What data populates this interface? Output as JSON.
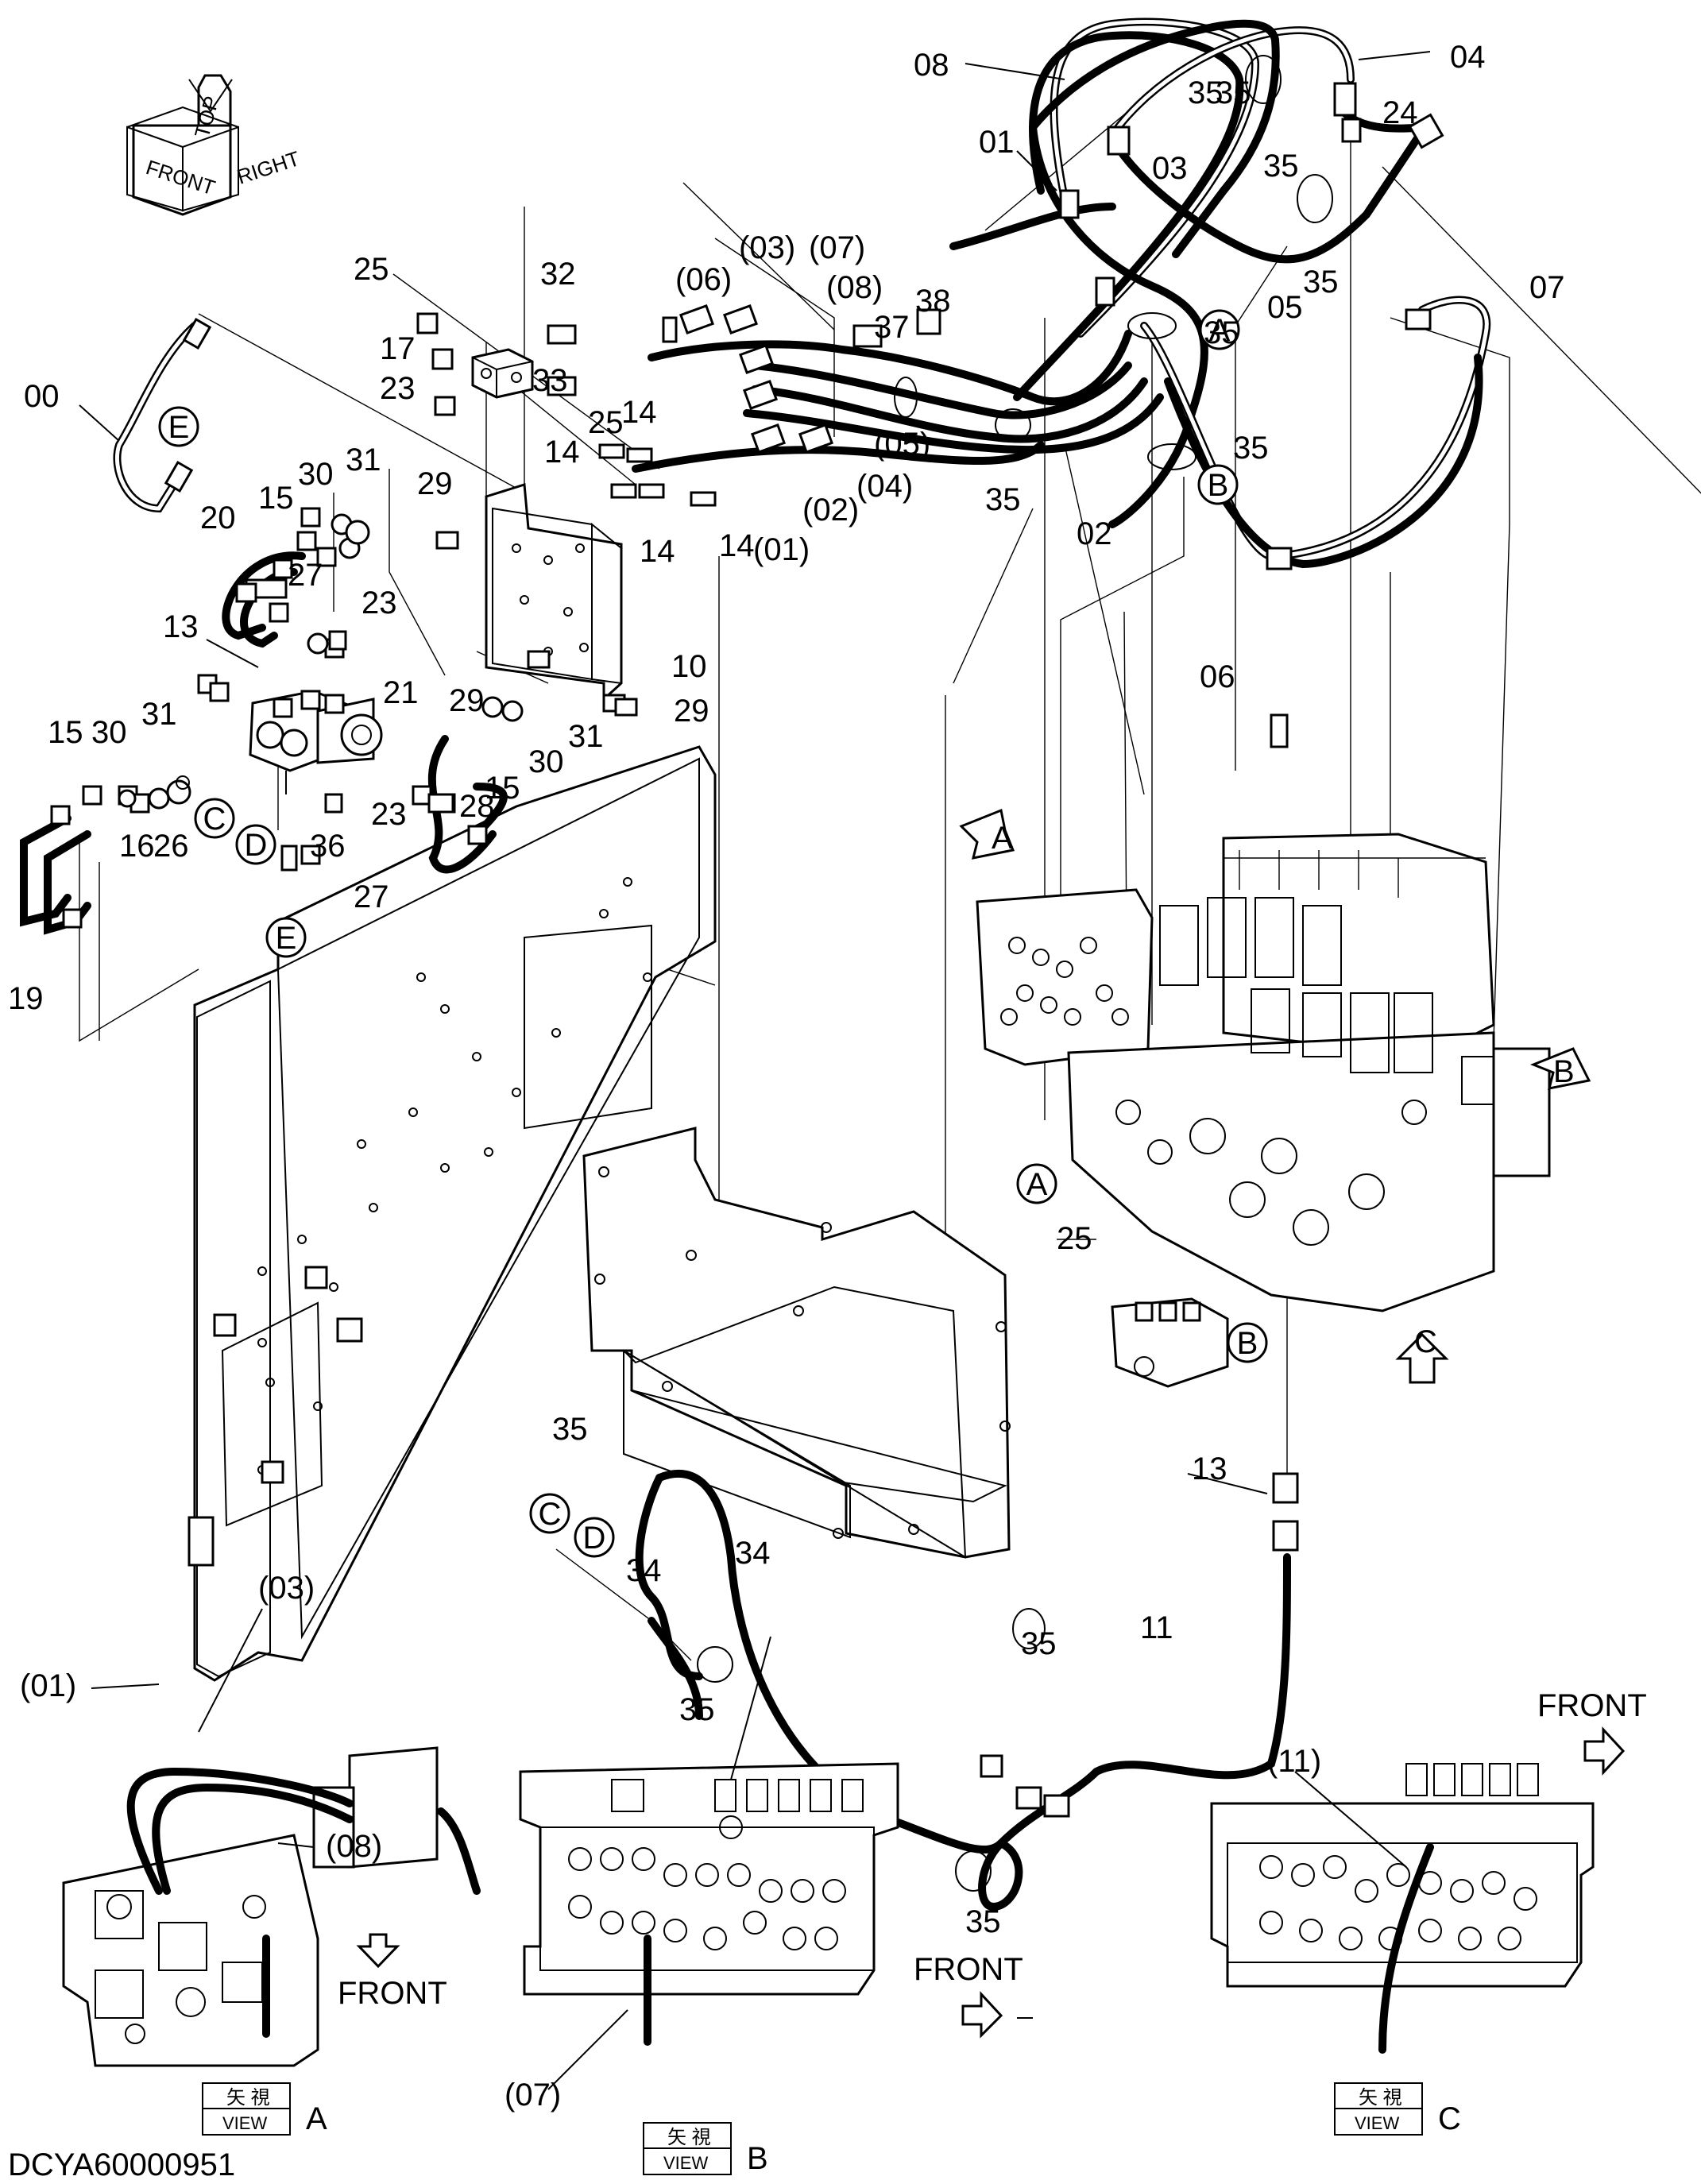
{
  "drawing_id": "DCYA60000951",
  "orientation_cube": {
    "front": "FRONT",
    "top": "TOP",
    "right": "RIGHT"
  },
  "part_labels": [
    "00",
    "01",
    "02",
    "03",
    "04",
    "05",
    "06",
    "07",
    "08",
    "10",
    "11",
    "13",
    "14",
    "15",
    "16",
    "17",
    "19",
    "20",
    "21",
    "23",
    "24",
    "25",
    "26",
    "27",
    "28",
    "29",
    "30",
    "31",
    "32",
    "33",
    "34",
    "35",
    "36",
    "37",
    "38",
    "(01)",
    "(02)",
    "(03)",
    "(04)",
    "(05)",
    "(06)",
    "(07)",
    "(08)",
    "(11)"
  ],
  "callouts": [
    {
      "id": "00",
      "text": "00"
    },
    {
      "id": "01",
      "text": "01"
    },
    {
      "id": "02",
      "text": "02"
    },
    {
      "id": "03a",
      "text": "03"
    },
    {
      "id": "04",
      "text": "04"
    },
    {
      "id": "05",
      "text": "05"
    },
    {
      "id": "06",
      "text": "06"
    },
    {
      "id": "07",
      "text": "07"
    },
    {
      "id": "08",
      "text": "08"
    },
    {
      "id": "10",
      "text": "10"
    },
    {
      "id": "11",
      "text": "11"
    },
    {
      "id": "13a",
      "text": "13"
    },
    {
      "id": "13b",
      "text": "13"
    },
    {
      "id": "14a",
      "text": "14"
    },
    {
      "id": "14b",
      "text": "14"
    },
    {
      "id": "14c",
      "text": "14"
    },
    {
      "id": "14d",
      "text": "14"
    },
    {
      "id": "15a",
      "text": "15"
    },
    {
      "id": "15b",
      "text": "15"
    },
    {
      "id": "15c",
      "text": "15"
    },
    {
      "id": "16",
      "text": "16"
    },
    {
      "id": "17",
      "text": "17"
    },
    {
      "id": "19",
      "text": "19"
    },
    {
      "id": "20",
      "text": "20"
    },
    {
      "id": "21",
      "text": "21"
    },
    {
      "id": "23a",
      "text": "23"
    },
    {
      "id": "23b",
      "text": "23"
    },
    {
      "id": "23c",
      "text": "23"
    },
    {
      "id": "24",
      "text": "24"
    },
    {
      "id": "25a",
      "text": "25"
    },
    {
      "id": "25b",
      "text": "25"
    },
    {
      "id": "25c",
      "text": "25"
    },
    {
      "id": "26",
      "text": "26"
    },
    {
      "id": "27a",
      "text": "27"
    },
    {
      "id": "27b",
      "text": "27"
    },
    {
      "id": "28",
      "text": "28"
    },
    {
      "id": "29a",
      "text": "29"
    },
    {
      "id": "29b",
      "text": "29"
    },
    {
      "id": "29c",
      "text": "29"
    },
    {
      "id": "30a",
      "text": "30"
    },
    {
      "id": "30b",
      "text": "30"
    },
    {
      "id": "30c",
      "text": "30"
    },
    {
      "id": "31a",
      "text": "31"
    },
    {
      "id": "31b",
      "text": "31"
    },
    {
      "id": "31c",
      "text": "31"
    },
    {
      "id": "32",
      "text": "32"
    },
    {
      "id": "33",
      "text": "33"
    },
    {
      "id": "34a",
      "text": "34"
    },
    {
      "id": "34b",
      "text": "34"
    },
    {
      "id": "35a",
      "text": "35"
    },
    {
      "id": "35b",
      "text": "35"
    },
    {
      "id": "35c",
      "text": "35"
    },
    {
      "id": "35d",
      "text": "35"
    },
    {
      "id": "35e",
      "text": "35"
    },
    {
      "id": "35f",
      "text": "35"
    },
    {
      "id": "35g",
      "text": "35"
    },
    {
      "id": "35h",
      "text": "35"
    },
    {
      "id": "35i",
      "text": "35"
    },
    {
      "id": "35j",
      "text": "35"
    },
    {
      "id": "35k",
      "text": "35"
    },
    {
      "id": "36",
      "text": "36"
    },
    {
      "id": "37",
      "text": "37"
    },
    {
      "id": "38",
      "text": "38"
    },
    {
      "id": "p01",
      "text": "(01)"
    },
    {
      "id": "p02",
      "text": "(02)"
    },
    {
      "id": "p03",
      "text": "(03)"
    },
    {
      "id": "p04",
      "text": "(04)"
    },
    {
      "id": "p05",
      "text": "(05)"
    },
    {
      "id": "p06",
      "text": "(06)"
    },
    {
      "id": "p07",
      "text": "(07)"
    },
    {
      "id": "p08",
      "text": "(08)"
    },
    {
      "id": "v01",
      "text": "(01)"
    },
    {
      "id": "v03",
      "text": "(03)"
    },
    {
      "id": "v08",
      "text": "(08)"
    },
    {
      "id": "v07",
      "text": "(07)"
    },
    {
      "id": "v11",
      "text": "(11)"
    }
  ],
  "circle_refs": [
    {
      "id": "A1",
      "text": "A"
    },
    {
      "id": "A2",
      "text": "A"
    },
    {
      "id": "B1",
      "text": "B"
    },
    {
      "id": "B2",
      "text": "B"
    },
    {
      "id": "C1",
      "text": "C"
    },
    {
      "id": "C2",
      "text": "C"
    },
    {
      "id": "D1",
      "text": "D"
    },
    {
      "id": "D2",
      "text": "D"
    },
    {
      "id": "E1",
      "text": "E"
    },
    {
      "id": "E2",
      "text": "E"
    }
  ],
  "arrow_refs": [
    {
      "id": "arrowA",
      "text": "A"
    },
    {
      "id": "arrowB",
      "text": "B"
    },
    {
      "id": "arrowC",
      "text": "C"
    }
  ],
  "front_labels": {
    "viewA": "FRONT",
    "viewB": "FRONT",
    "viewC": "FRONT"
  },
  "view_boxes": [
    {
      "id": "viewA",
      "kanji": "矢 視",
      "word": "VIEW",
      "letter": "A"
    },
    {
      "id": "viewB",
      "kanji": "矢 視",
      "word": "VIEW",
      "letter": "B"
    },
    {
      "id": "viewC",
      "kanji": "矢 視",
      "word": "VIEW",
      "letter": "C"
    }
  ],
  "colors": {
    "line": "#000000",
    "background": "#ffffff",
    "fill_gray": "#d8d8d8"
  }
}
